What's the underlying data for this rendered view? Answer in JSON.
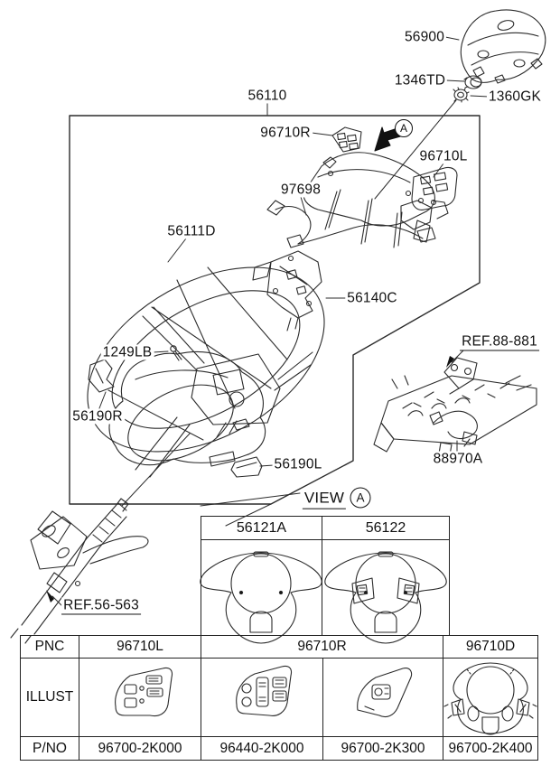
{
  "page": {
    "background": "#ffffff",
    "ink": "#1a1a1a"
  },
  "callouts": {
    "airbag_module": "56900",
    "lock_nut": "1346TD",
    "grommet": "1360GK",
    "steering_wheel_assy": "56110",
    "switch_right": "96710R",
    "switch_left": "96710L",
    "clock_spring_wire": "97698",
    "wheel_body": "56111D",
    "remote_bracket": "56140C",
    "screw": "1249LB",
    "cover_right": "56190R",
    "cover_left": "56190L",
    "ref_crash_pad": "REF.88-881",
    "extension_wire": "88970A",
    "ref_column": "REF.56-563"
  },
  "view": {
    "title": "VIEW",
    "marker": "A",
    "variants": [
      "56121A",
      "56122"
    ]
  },
  "parts_table": {
    "row_labels": {
      "pnc": "PNC",
      "illust": "ILLUST",
      "pno": "P/NO"
    },
    "pnc": [
      "96710L",
      "96710R",
      "96710D"
    ],
    "pno": [
      "96700-2K000",
      "96440-2K000",
      "96700-2K300",
      "96700-2K400"
    ]
  }
}
